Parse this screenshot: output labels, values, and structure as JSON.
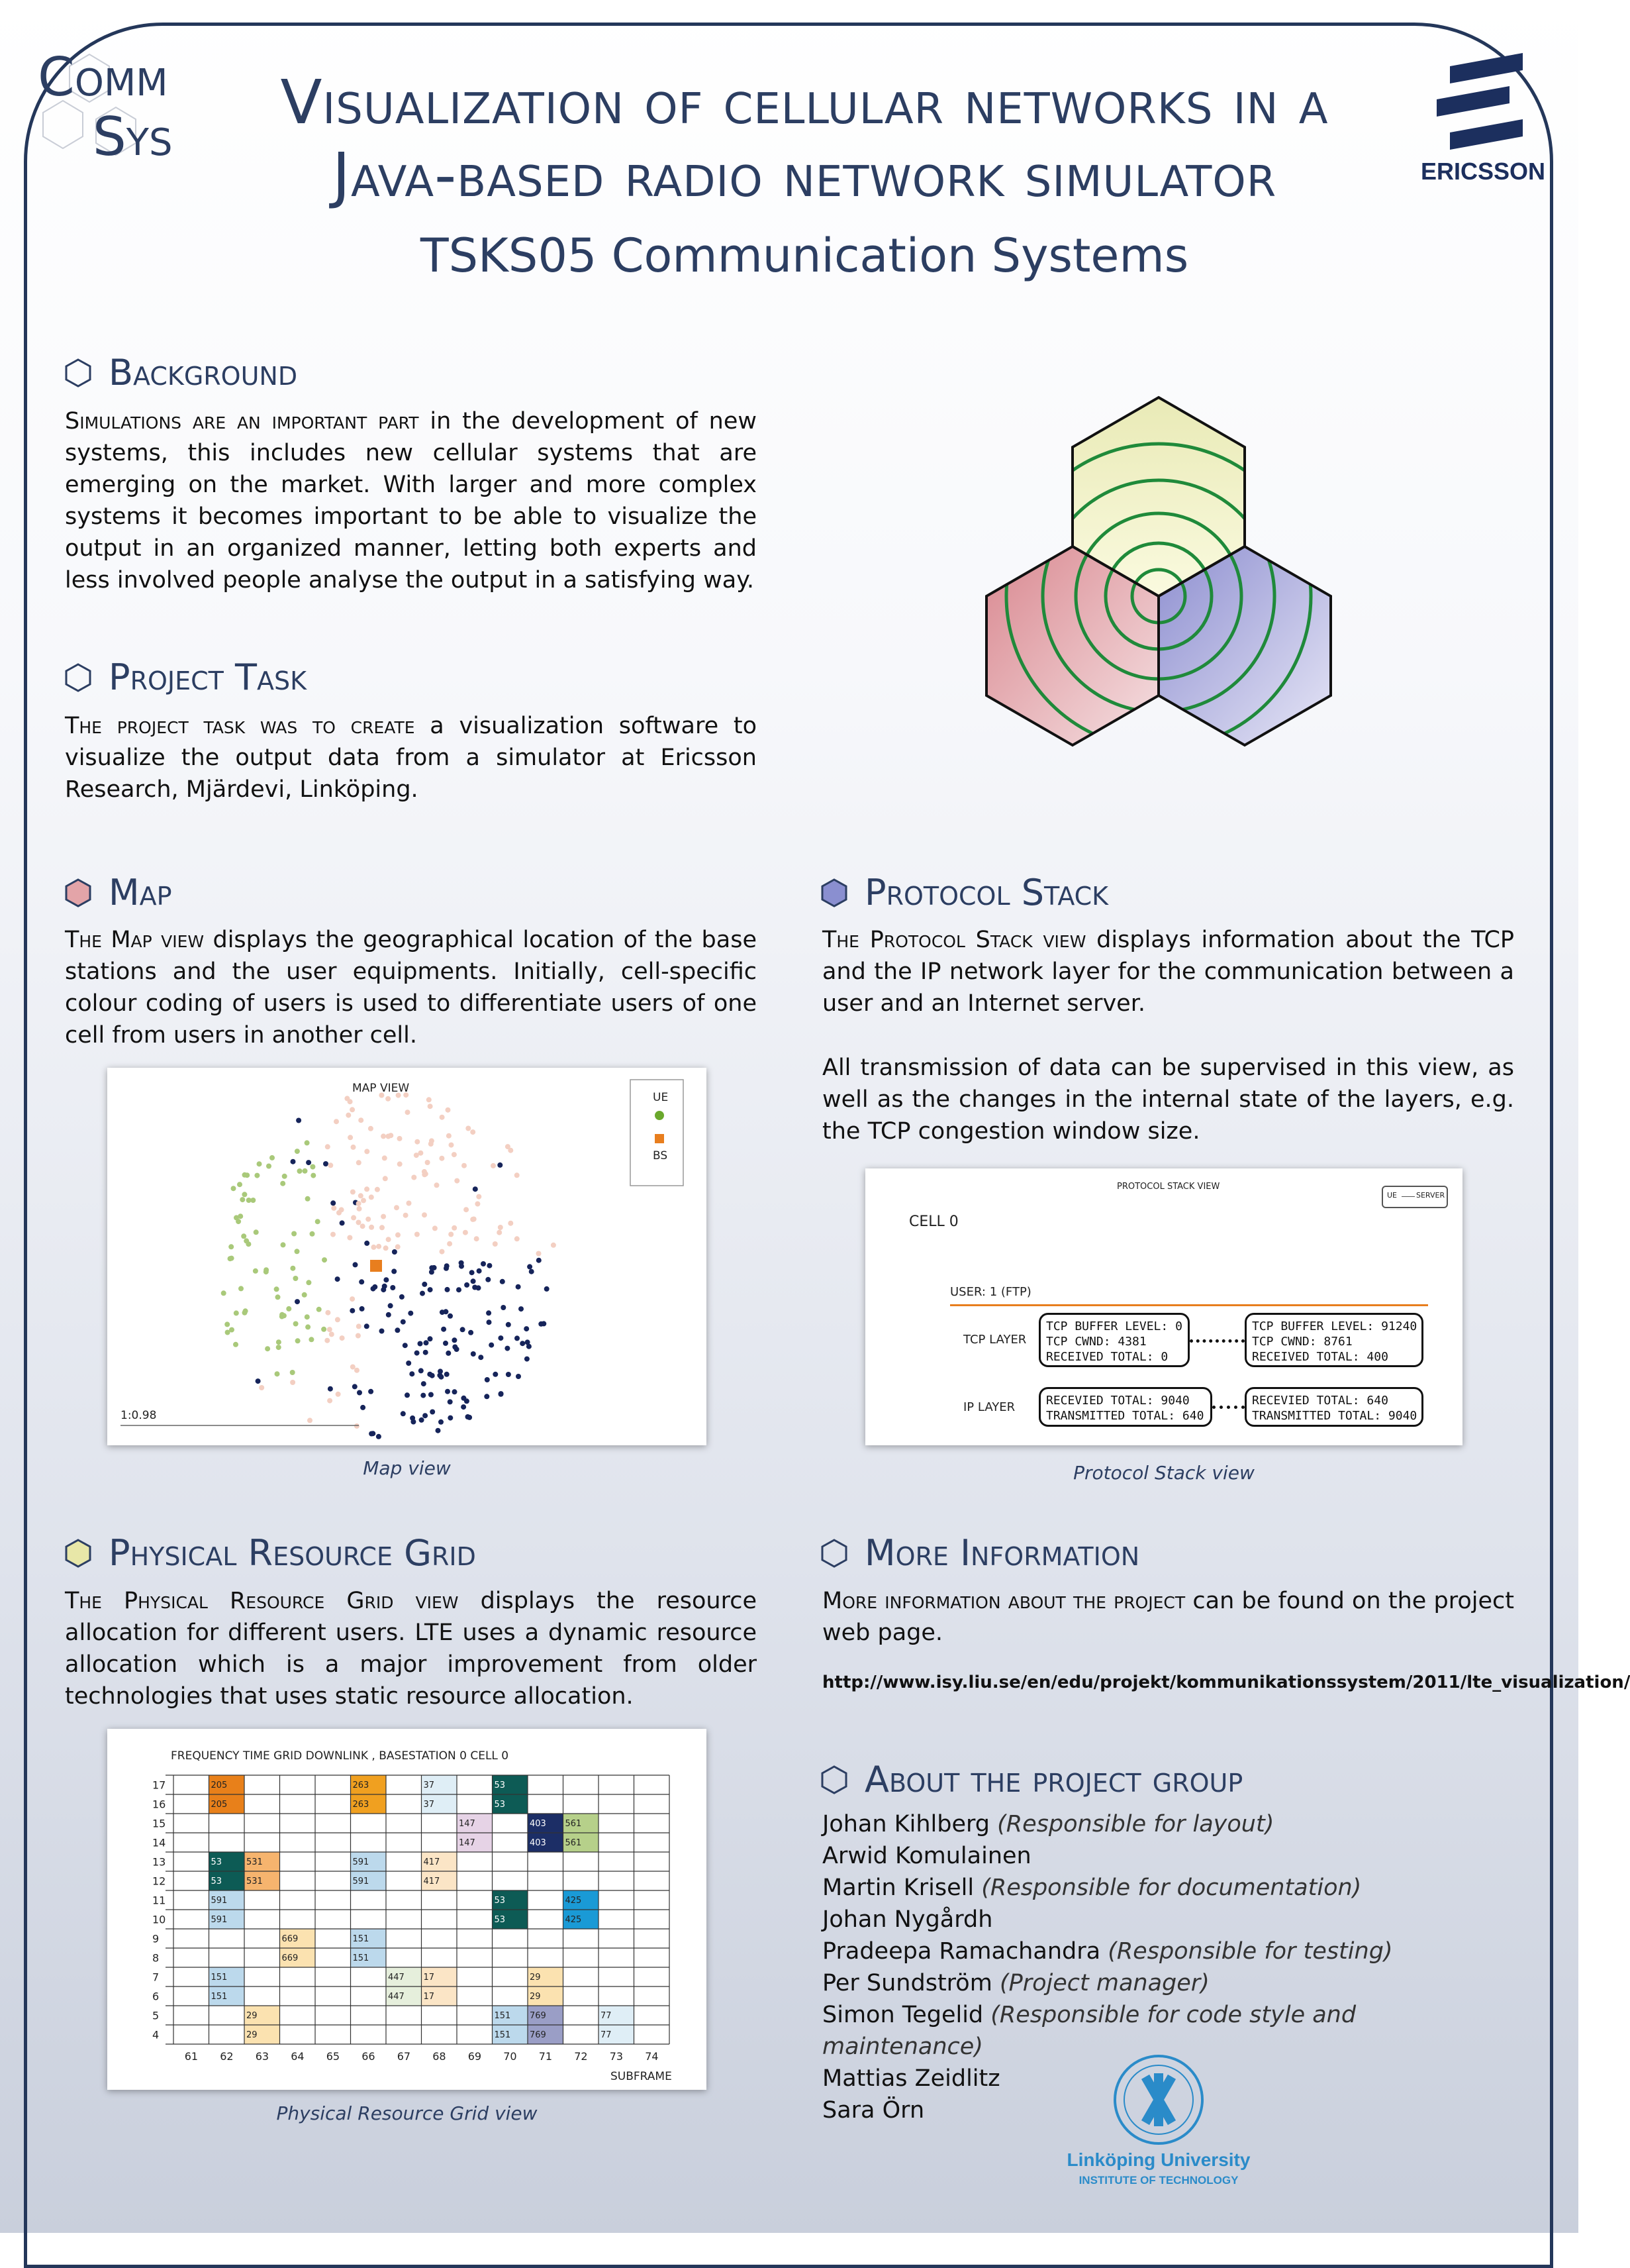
{
  "logos": {
    "commsys": {
      "line1": "Comm",
      "line2": "Sys"
    },
    "ericsson": {
      "wordmark": "ERICSSON"
    },
    "liu": {
      "name": "Linköping University",
      "subtitle": "INSTITUTE OF TECHNOLOGY"
    }
  },
  "header": {
    "title_line1": "Visualization of cellular networks in a",
    "title_line2": "Java-based radio network simulator",
    "subtitle": "TSKS05 Communication Systems"
  },
  "background": {
    "heading": "Background",
    "lead": "Simulations are an important part",
    "text": " in the development of new systems, this includes new cellular systems that are emerging on the market. With larger and more complex systems it becomes important to be able to visualize the output in an organized manner, letting both experts and less involved people analyse the output in a satisfying way."
  },
  "project_task": {
    "heading": "Project Task",
    "lead": "The project task was to create",
    "text": " a visualization software to visualize the output data from a simulator at Ericsson Research, Mjärdevi, Linköping."
  },
  "map": {
    "heading": "Map",
    "lead": "The Map view",
    "text": " displays the geographical location of the base stations and the user equipments. Initially, cell-specific colour coding of users is used to differentiate users of one cell from users in another cell.",
    "figure_title": "MAP VIEW",
    "legend_ue": "UE",
    "legend_bs": "BS",
    "scale_label": "1:0.98",
    "caption": "Map view",
    "colors": {
      "green": "#a9c97a",
      "peach": "#f3cfc2",
      "navy": "#16245a",
      "bs": "#e87e1e"
    }
  },
  "protocol_stack": {
    "heading": "Protocol Stack",
    "lead": "The Protocol Stack view",
    "text": " displays information about the TCP and the IP network layer for the communication between a user and an Internet server.",
    "text2": "All transmission of data can be supervised in this view, as well as the changes in the internal state of the layers, e.g. the TCP congestion window size.",
    "figure_title": "PROTOCOL STACK VIEW",
    "ue_label": "UE",
    "server_label": "SERVER",
    "cell_label": "CELL 0",
    "user_label": "USER: 1 (FTP)",
    "tcp_layer": "TCP LAYER",
    "ip_layer": "IP LAYER",
    "tcp_left": [
      "TCP BUFFER LEVEL: 0",
      "TCP CWND: 4381",
      "RECEIVED TOTAL: 0"
    ],
    "tcp_right": [
      "TCP BUFFER LEVEL: 91240",
      "TCP CWND: 8761",
      "RECEIVED TOTAL: 400"
    ],
    "ip_left": [
      "RECEVIED TOTAL: 9040",
      "TRANSMITTED TOTAL: 640"
    ],
    "ip_right": [
      "RECEVIED TOTAL: 640",
      "TRANSMITTED TOTAL: 9040"
    ],
    "caption": "Protocol Stack view"
  },
  "resource_grid": {
    "heading": "Physical Resource Grid",
    "lead": "The Physical Resource Grid view",
    "text": " displays the resource allocation for different users. LTE uses a dynamic resource allocation which is a major improvement from older technologies that uses static resource allocation.",
    "figure_title": "FREQUENCY TIME GRID  DOWNLINK , BASESTATION 0 CELL 0",
    "x_axis_label": "SUBFRAME",
    "x_ticks": [
      "61",
      "62",
      "63",
      "64",
      "65",
      "66",
      "67",
      "68",
      "69",
      "70",
      "71",
      "72",
      "73",
      "74"
    ],
    "y_ticks": [
      "17",
      "16",
      "15",
      "14",
      "13",
      "12",
      "11",
      "10",
      "9",
      "8",
      "7",
      "6",
      "5",
      "4"
    ],
    "caption": "Physical Resource Grid view",
    "cells": [
      {
        "col": 62,
        "row": 17,
        "label": "205",
        "color": "#e8801a"
      },
      {
        "col": 62,
        "row": 16,
        "label": "205",
        "color": "#e8801a"
      },
      {
        "col": 66,
        "row": 17,
        "label": "263",
        "color": "#f0a020"
      },
      {
        "col": 66,
        "row": 16,
        "label": "263",
        "color": "#f0a020"
      },
      {
        "col": 68,
        "row": 17,
        "label": "37",
        "color": "#dfeef6"
      },
      {
        "col": 68,
        "row": 16,
        "label": "37",
        "color": "#dfeef6"
      },
      {
        "col": 70,
        "row": 17,
        "label": "53",
        "color": "#0d5b55"
      },
      {
        "col": 70,
        "row": 16,
        "label": "53",
        "color": "#0d5b55"
      },
      {
        "col": 69,
        "row": 15,
        "label": "147",
        "color": "#e6d3e6"
      },
      {
        "col": 69,
        "row": 14,
        "label": "147",
        "color": "#e6d3e6"
      },
      {
        "col": 71,
        "row": 15,
        "label": "403",
        "color": "#1c2e66"
      },
      {
        "col": 71,
        "row": 14,
        "label": "403",
        "color": "#1c2e66"
      },
      {
        "col": 72,
        "row": 15,
        "label": "561",
        "color": "#b6d08a"
      },
      {
        "col": 72,
        "row": 14,
        "label": "561",
        "color": "#b6d08a"
      },
      {
        "col": 62,
        "row": 13,
        "label": "53",
        "color": "#0d5b55"
      },
      {
        "col": 62,
        "row": 12,
        "label": "53",
        "color": "#0d5b55"
      },
      {
        "col": 63,
        "row": 13,
        "label": "531",
        "color": "#f6b46e"
      },
      {
        "col": 63,
        "row": 12,
        "label": "531",
        "color": "#f6b46e"
      },
      {
        "col": 66,
        "row": 13,
        "label": "591",
        "color": "#bcd9ec"
      },
      {
        "col": 66,
        "row": 12,
        "label": "591",
        "color": "#bcd9ec"
      },
      {
        "col": 68,
        "row": 13,
        "label": "417",
        "color": "#fbe5c6"
      },
      {
        "col": 68,
        "row": 12,
        "label": "417",
        "color": "#fbe5c6"
      },
      {
        "col": 62,
        "row": 11,
        "label": "591",
        "color": "#bcd9ec"
      },
      {
        "col": 62,
        "row": 10,
        "label": "591",
        "color": "#bcd9ec"
      },
      {
        "col": 70,
        "row": 11,
        "label": "53",
        "color": "#0d5b55"
      },
      {
        "col": 70,
        "row": 10,
        "label": "53",
        "color": "#0d5b55"
      },
      {
        "col": 72,
        "row": 11,
        "label": "425",
        "color": "#1a9ad6"
      },
      {
        "col": 72,
        "row": 10,
        "label": "425",
        "color": "#1a9ad6"
      },
      {
        "col": 64,
        "row": 9,
        "label": "669",
        "color": "#fbe2b0"
      },
      {
        "col": 64,
        "row": 8,
        "label": "669",
        "color": "#fbe2b0"
      },
      {
        "col": 66,
        "row": 9,
        "label": "151",
        "color": "#bcd9ec"
      },
      {
        "col": 66,
        "row": 8,
        "label": "151",
        "color": "#bcd9ec"
      },
      {
        "col": 62,
        "row": 7,
        "label": "151",
        "color": "#bcd9ec"
      },
      {
        "col": 62,
        "row": 6,
        "label": "151",
        "color": "#bcd9ec"
      },
      {
        "col": 67,
        "row": 7,
        "label": "447",
        "color": "#e6efdc"
      },
      {
        "col": 67,
        "row": 6,
        "label": "447",
        "color": "#e6efdc"
      },
      {
        "col": 68,
        "row": 7,
        "label": "17",
        "color": "#fbe5c6"
      },
      {
        "col": 68,
        "row": 6,
        "label": "17",
        "color": "#fbe5c6"
      },
      {
        "col": 71,
        "row": 7,
        "label": "29",
        "color": "#fbe2b0"
      },
      {
        "col": 71,
        "row": 6,
        "label": "29",
        "color": "#fbe2b0"
      },
      {
        "col": 63,
        "row": 5,
        "label": "29",
        "color": "#fbe2b0"
      },
      {
        "col": 63,
        "row": 4,
        "label": "29",
        "color": "#fbe2b0"
      },
      {
        "col": 70,
        "row": 5,
        "label": "151",
        "color": "#bcd9ec"
      },
      {
        "col": 70,
        "row": 4,
        "label": "151",
        "color": "#bcd9ec"
      },
      {
        "col": 71,
        "row": 5,
        "label": "769",
        "color": "#9a9ec6"
      },
      {
        "col": 71,
        "row": 4,
        "label": "769",
        "color": "#9a9ec6"
      },
      {
        "col": 73,
        "row": 5,
        "label": "77",
        "color": "#dfeef6"
      },
      {
        "col": 73,
        "row": 4,
        "label": "77",
        "color": "#dfeef6"
      }
    ]
  },
  "more_info": {
    "heading": "More Information",
    "lead": "More information about the project",
    "text": " can be found on the project web page.",
    "url": "http://www.isy.liu.se/en/edu/projekt/kommunikationssystem/2011/lte_visualization/"
  },
  "group": {
    "heading": "About the project group",
    "members": [
      {
        "name": "Johan Kihlberg",
        "role": "(Responsible for layout)"
      },
      {
        "name": "Arwid Komulainen",
        "role": ""
      },
      {
        "name": "Martin Krisell",
        "role": "(Responsible for documentation)"
      },
      {
        "name": "Johan Nygårdh",
        "role": ""
      },
      {
        "name": "Pradeepa Ramachandra",
        "role": "(Responsible for testing)"
      },
      {
        "name": "Per Sundström",
        "role": "(Project manager)"
      },
      {
        "name": "Simon Tegelid",
        "role": "(Responsible for code style and maintenance)"
      },
      {
        "name": "Mattias Zeidlitz",
        "role": ""
      },
      {
        "name": "Sara Örn",
        "role": ""
      }
    ]
  }
}
